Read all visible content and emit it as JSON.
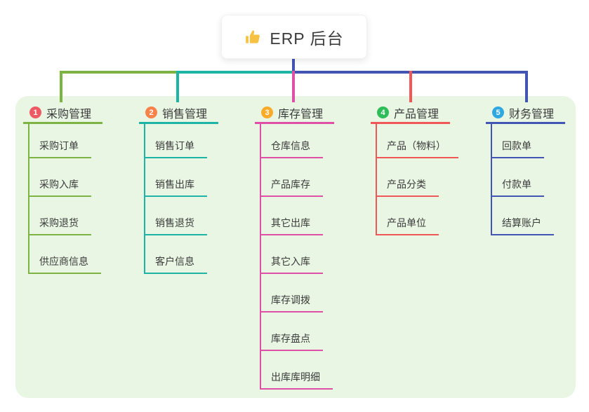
{
  "root": {
    "label": "ERP 后台",
    "icon": "thumbs-up-icon",
    "icon_color": "#F6C243"
  },
  "panel": {
    "bg": "#E9F6E4"
  },
  "branches": [
    {
      "index": "1",
      "label": "采购管理",
      "badge_color": "#EE5A64",
      "line_color": "#7CB342",
      "children": [
        "采购订单",
        "采购入库",
        "采购退货",
        "供应商信息"
      ]
    },
    {
      "index": "2",
      "label": "销售管理",
      "badge_color": "#F9824A",
      "line_color": "#1CB5A5",
      "children": [
        "销售订单",
        "销售出库",
        "销售退货",
        "客户信息"
      ]
    },
    {
      "index": "3",
      "label": "库存管理",
      "badge_color": "#FBAB2A",
      "line_color": "#DF4FA5",
      "children": [
        "仓库信息",
        "产品库存",
        "其它出库",
        "其它入库",
        "库存调拨",
        "库存盘点",
        "出库库明细"
      ]
    },
    {
      "index": "4",
      "label": "产品管理",
      "badge_color": "#2EBD59",
      "line_color": "#F25757",
      "children": [
        "产品（物料）",
        "产品分类",
        "产品单位"
      ]
    },
    {
      "index": "5",
      "label": "财务管理",
      "badge_color": "#2FA7E0",
      "line_color": "#4255B4",
      "children": [
        "回款单",
        "付款单",
        "结算账户"
      ]
    }
  ]
}
